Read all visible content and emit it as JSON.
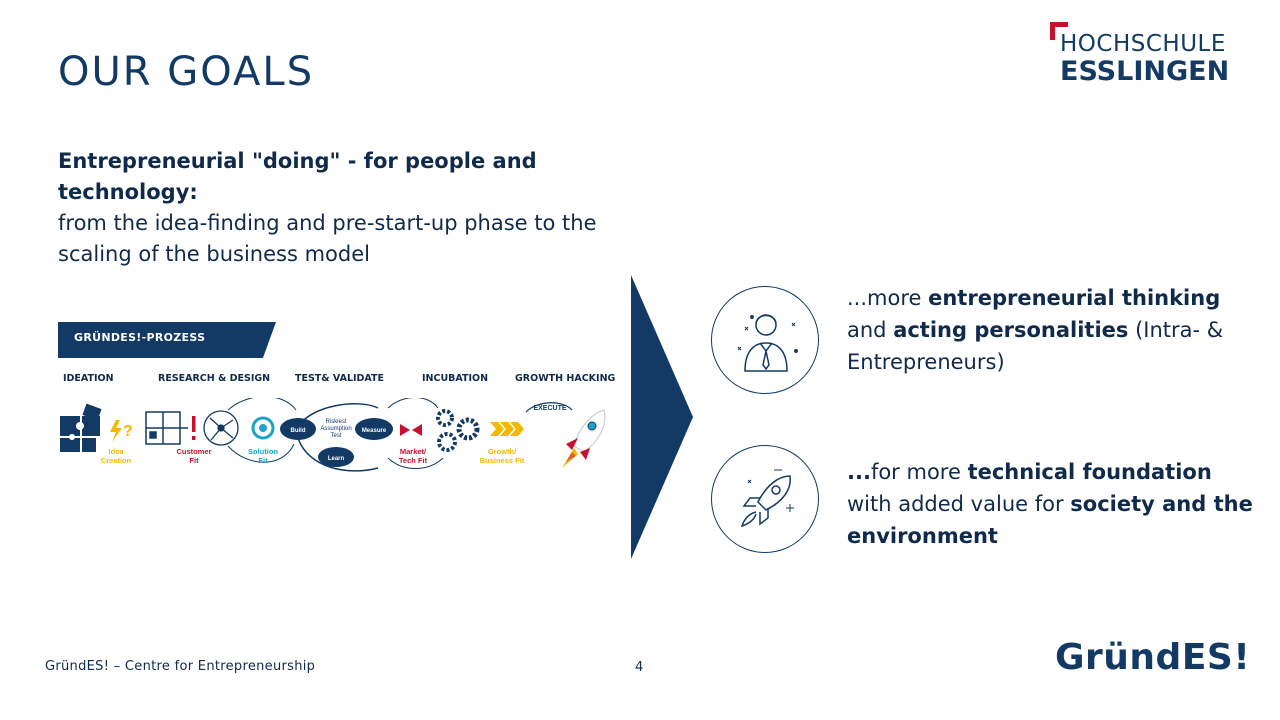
{
  "slide": {
    "title": "OUR GOALS",
    "logo": {
      "line1": "HOCHSCHULE",
      "line2": "ESSLINGEN",
      "accent_color": "#c8102e"
    },
    "intro": {
      "lead_line1": "Entrepreneurial \"doing\" - for people and",
      "lead_line2": "technology:",
      "body": "from the idea-finding and pre-start-up phase to the scaling of the business model"
    },
    "process": {
      "banner": "GRÜNDES!-PROZESS",
      "phases": [
        "IDEATION",
        "RESEARCH & DESIGN",
        "TEST& VALIDATE",
        "INCUBATION",
        "GROWTH HACKING"
      ],
      "steps": {
        "idea_creation_1": "Idea",
        "idea_creation_2": "Creation",
        "customer_fit_1": "Customer",
        "customer_fit_2": "Fit",
        "solution_fit_1": "Solution",
        "solution_fit_2": "Fit",
        "build": "Build",
        "measure": "Measure",
        "learn": "Learn",
        "riskiest_1": "Riskiest",
        "riskiest_2": "Assumption",
        "riskiest_3": "Test",
        "market_fit_1": "Market/",
        "market_fit_2": "Tech Fit",
        "growth_fit_1": "Growth/",
        "growth_fit_2": "Business Fit",
        "execute": "EXECUTE"
      }
    },
    "goals": [
      {
        "prefix": "...more ",
        "bold1": "entrepreneurial thinking",
        "mid": " and ",
        "bold2": "acting personalities",
        "suffix": " (Intra- & Entrepreneurs)"
      },
      {
        "prefix_bold": "...",
        "text1": "for more ",
        "bold1": "technical foundation",
        "text2": " with added value for ",
        "bold2": "society and the environment"
      }
    ],
    "footer": {
      "left": "GründES! – Centre for Entrepreneurship",
      "page": "4",
      "brand": "GründES!"
    },
    "colors": {
      "navy": "#123a64",
      "yellow": "#f5b800",
      "red": "#c8102e",
      "teal": "#1aa3c4"
    }
  }
}
